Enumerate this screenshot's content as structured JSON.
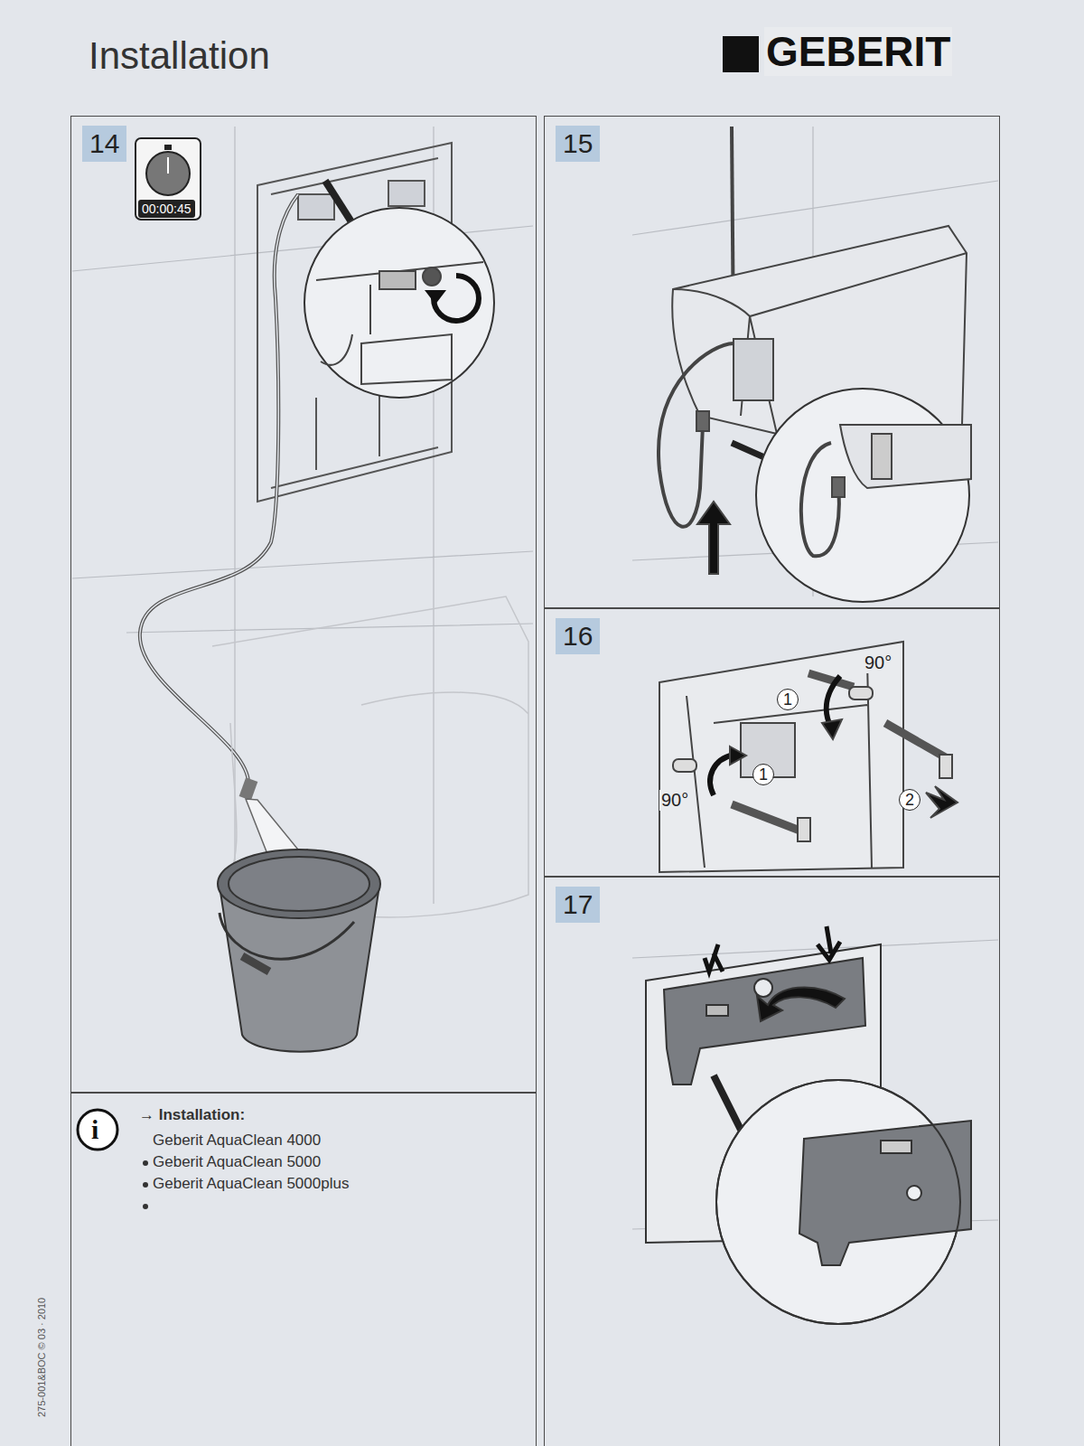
{
  "diagram": {
    "title": "Installation",
    "nodes": [
      {
        "text": [
          "14"
        ]
      },
      {
        "text": [
          "15"
        ]
      },
      {
        "text": [
          "16"
        ]
      },
      {
        "text": [
          "17"
        ]
      },
      {
        "text": [
          "→ Installation:",
          "Geberit AquaClean 4000",
          "Geberit AquaClean 5000",
          "Geberit AquaClean 5000plus"
        ]
      }
    ],
    "labels": [
      "GEBERIT",
      "00:00:45",
      "90°",
      "1",
      "90°",
      "1",
      "2",
      "i",
      "275-001&BOC © 03 · 2010"
    ]
  }
}
